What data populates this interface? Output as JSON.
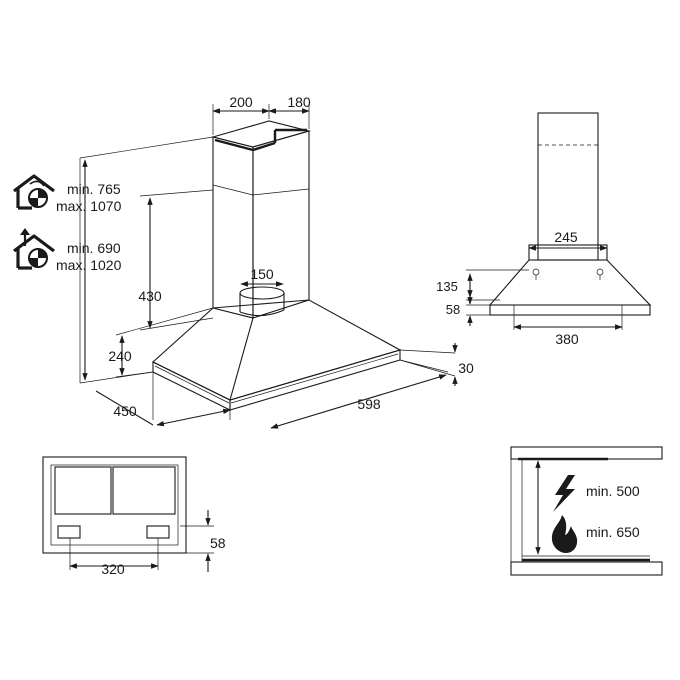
{
  "main_view": {
    "chimney_front_width": "200",
    "chimney_side_width": "180",
    "recirc_min": "min. 765",
    "recirc_max": "max. 1070",
    "extract_min": "min. 690",
    "extract_max": "max. 1020",
    "outlet_diameter": "150",
    "height_430": "430",
    "height_240": "240",
    "depth_450": "450",
    "width_598": "598",
    "edge_30": "30",
    "icons": [
      "recirculation-house-icon",
      "extraction-house-icon"
    ]
  },
  "side_view": {
    "top_width": "245",
    "height_135": "135",
    "height_58": "58",
    "bottom_width": "380"
  },
  "bottom_view": {
    "spacing": "320",
    "depth": "58"
  },
  "hob_view": {
    "electric_label": "min. 500",
    "gas_label": "min. 650",
    "icons": [
      "lightning-icon",
      "flame-icon"
    ]
  }
}
